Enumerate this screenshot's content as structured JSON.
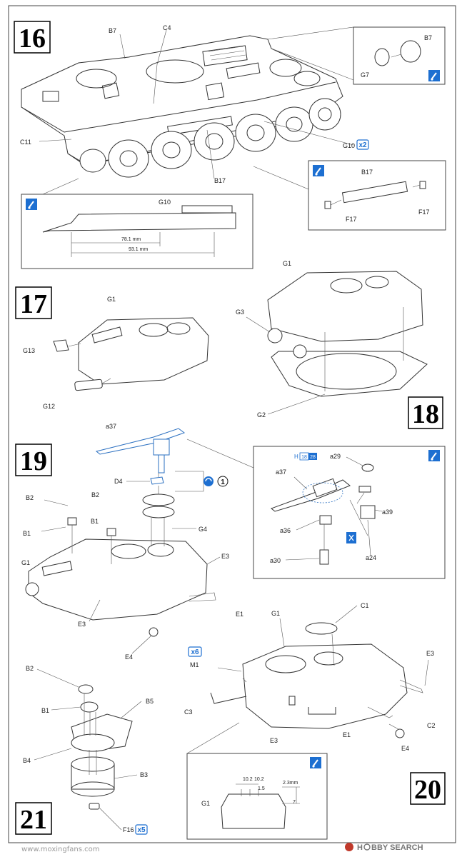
{
  "steps": {
    "s16": "16",
    "s17": "17",
    "s18": "18",
    "s19": "19",
    "s20": "20",
    "s21": "21"
  },
  "step16": {
    "labels": {
      "B7": "B7",
      "C4": "C4",
      "C11": "C11",
      "B17": "B17",
      "G10": "G10",
      "G7": "G7",
      "B7b": "B7",
      "B17b": "B17",
      "F17a": "F17",
      "F17b": "F17",
      "G10b": "G10"
    },
    "g10_qty": "x2",
    "dim1": "78.1",
    "dim2": "93.1",
    "dim_unit": "mm"
  },
  "step17": {
    "labels": {
      "G1": "G1",
      "G13": "G13",
      "G12": "G12"
    }
  },
  "step18": {
    "labels": {
      "G1": "G1",
      "G3": "G3",
      "G2": "G2"
    }
  },
  "step19": {
    "labels": {
      "a37": "a37",
      "D4": "D4",
      "B2a": "B2",
      "B1a": "B1",
      "B2b": "B2",
      "B1b": "B1",
      "G4": "G4",
      "G1": "G1",
      "E3a": "E3",
      "E3b": "E3",
      "E1": "E1",
      "E4": "E4",
      "a29": "a29",
      "a37b": "a37",
      "a39": "a39",
      "a36": "a36",
      "a24": "a24",
      "a30": "a30"
    },
    "circled_one": "1",
    "paint_code_h": "H",
    "paint_code_1": "18",
    "paint_code_2": "28"
  },
  "step20": {
    "labels": {
      "C1": "C1",
      "G1": "G1",
      "E3a": "E3",
      "M1": "M1",
      "C3": "C3",
      "E3b": "E3",
      "E1": "E1",
      "C2": "C2",
      "E4": "E4",
      "G1b": "G1"
    },
    "m1_qty": "x6",
    "dims": {
      "d1": "10.2",
      "d2": "10.2",
      "d3": "1.5",
      "d4": "2.3mm",
      "d5": "7"
    }
  },
  "step21": {
    "labels": {
      "B2": "B2",
      "B5": "B5",
      "B1": "B1",
      "B4": "B4",
      "B3": "B3",
      "F16": "F16"
    },
    "f16_qty": "x5"
  },
  "footer": {
    "watermark_left": "www.moxingfans.com",
    "watermark_brand": "H",
    "watermark_right": "BBY SEARCH"
  },
  "colors": {
    "accent_blue": "#1d6fd1",
    "line": "#333333"
  }
}
